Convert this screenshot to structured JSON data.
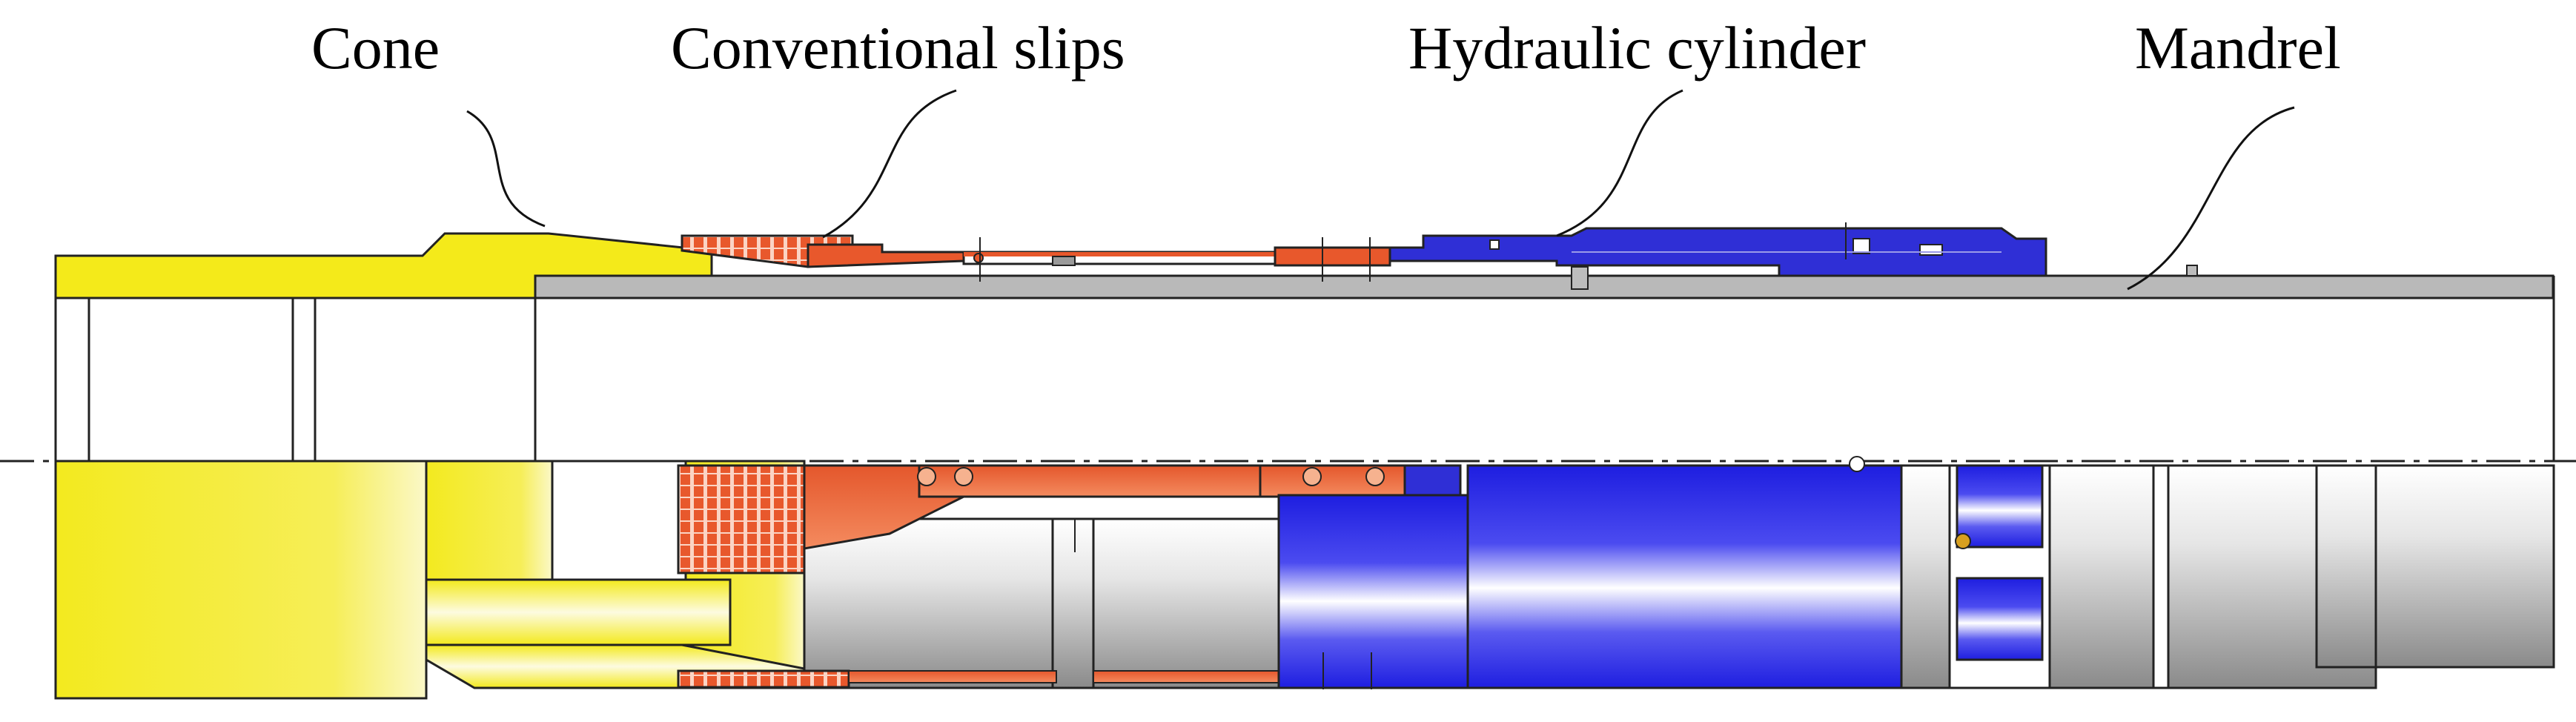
{
  "labels": {
    "cone": "Cone",
    "conventional_slips": "Conventional slips",
    "hydraulic_cylinder": "Hydraulic cylinder",
    "mandrel": "Mandrel"
  },
  "colors": {
    "cone": "#f4ea1a",
    "slips": "#e8582c",
    "cylinder": "#2f2fd6",
    "mandrel": "#bdbdbd",
    "outline": "#222222",
    "background": "#ffffff"
  }
}
